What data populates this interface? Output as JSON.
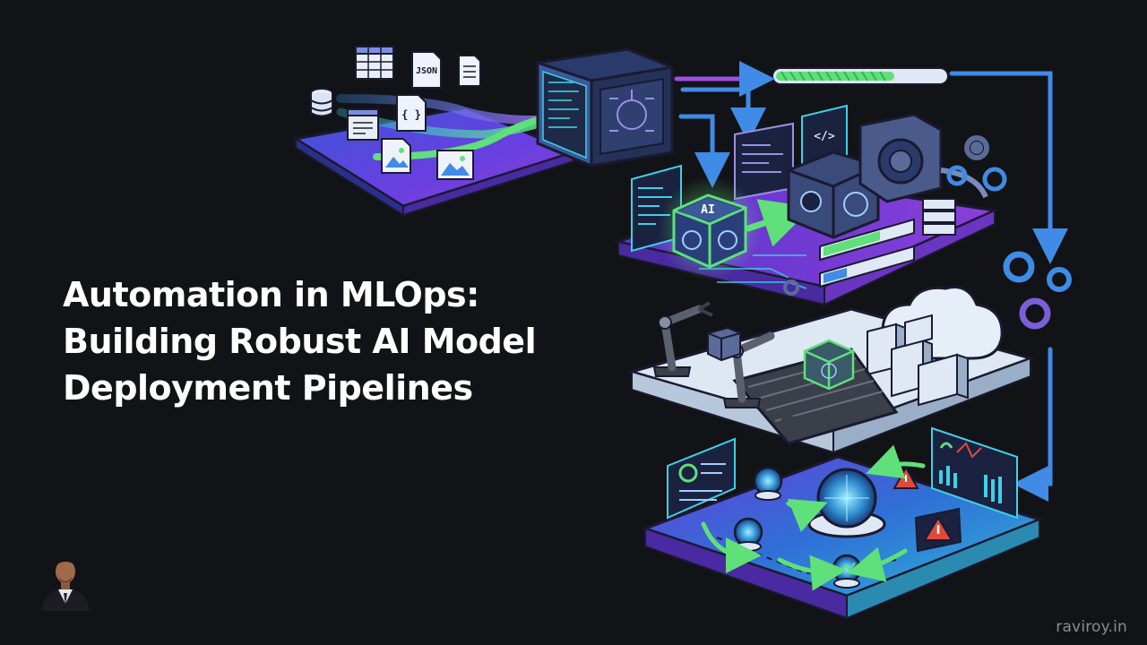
{
  "slide": {
    "title_lines": [
      "Automation in MLOps:",
      "Building Robust AI Model",
      "Deployment Pipelines"
    ],
    "watermark": "raviroy.in"
  },
  "illustration": {
    "file_labels": {
      "json": "JSON",
      "braces": "{ }",
      "code": "</>"
    },
    "model_cube_label": "AI",
    "colors": {
      "purple": "#7b3fe4",
      "blue": "#2f6fd6",
      "cyan": "#3fd0e6",
      "green": "#5fe07a",
      "light_platform": "#dde8f2",
      "dark_bg": "#121316",
      "alert": "#e04a3c"
    },
    "icons": [
      "database-icon",
      "table-icon",
      "document-icon",
      "image-icon",
      "server-icon",
      "ai-cube-icon",
      "gear-icon",
      "robot-arm-icon",
      "conveyor-icon",
      "cloud-icon",
      "dashboard-icon",
      "warning-icon",
      "crystal-ball-icon",
      "progress-bar-icon"
    ],
    "progress_levels": {
      "top_bar": 0.7,
      "mid_bar_1": 0.6,
      "mid_bar_2": 0.25
    }
  }
}
